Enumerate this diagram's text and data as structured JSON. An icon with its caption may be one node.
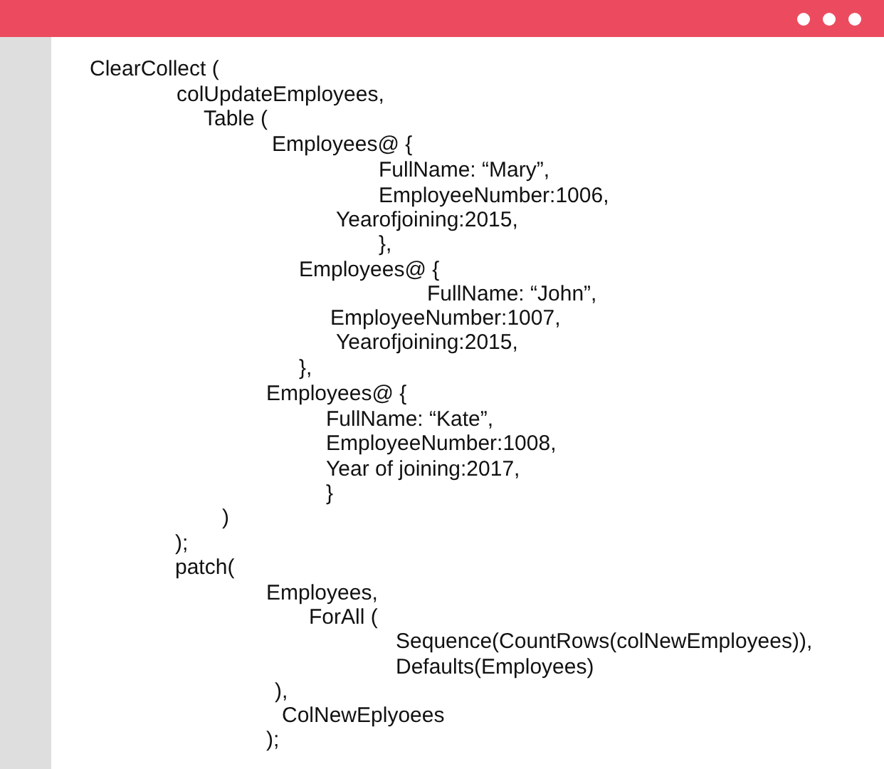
{
  "diagram": {
    "labels": [
      "ClearCollect (",
      "colUpdateEmployees,",
      "Table (",
      "Employees@ {",
      "FullName: “Mary”,",
      "EmployeeNumber:1006,",
      "Yearofjoining:2015,",
      "},",
      "Employees@ {",
      "FullName: “John”,",
      "EmployeeNumber:1007,",
      "Yearofjoining:2015,",
      "},",
      "Employees@ {",
      "FullName: “Kate”,",
      "EmployeeNumber:1008,",
      "Year of joining:2017,",
      "}",
      ")",
      ");",
      "patch(",
      "Employees,",
      "ForAll (",
      "Sequence(CountRows(colNewEmployees)),",
      "Defaults(Employees)",
      "),",
      "ColNewEplyoees",
      ");"
    ]
  }
}
